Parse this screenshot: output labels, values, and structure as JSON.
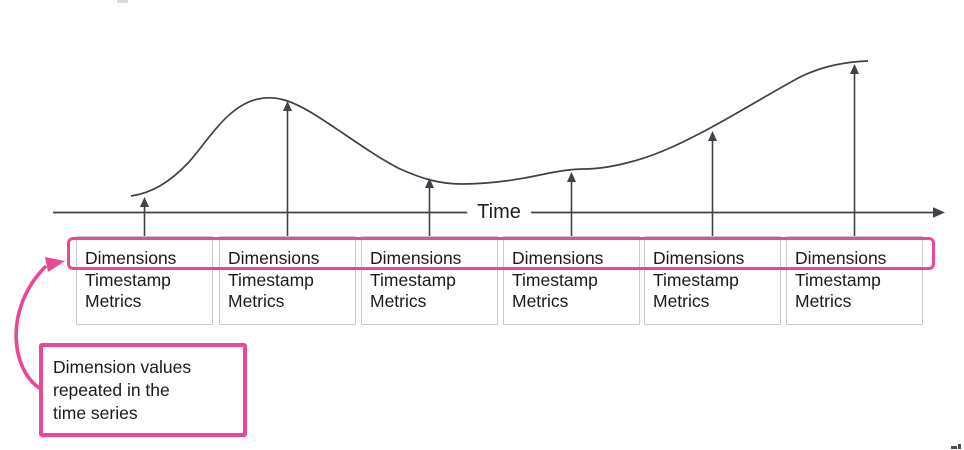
{
  "colors": {
    "highlight": "#ea4798",
    "line": "#3e4249",
    "box_border": "#c9c9d1",
    "text": "#1a1a1f",
    "background": "#ffffff"
  },
  "axis": {
    "label": "Time"
  },
  "records": [
    {
      "rows": [
        "Dimensions",
        "Timestamp",
        "Metrics"
      ]
    },
    {
      "rows": [
        "Dimensions",
        "Timestamp",
        "Metrics"
      ]
    },
    {
      "rows": [
        "Dimensions",
        "Timestamp",
        "Metrics"
      ]
    },
    {
      "rows": [
        "Dimensions",
        "Timestamp",
        "Metrics"
      ]
    },
    {
      "rows": [
        "Dimensions",
        "Timestamp",
        "Metrics"
      ]
    },
    {
      "rows": [
        "Dimensions",
        "Timestamp",
        "Metrics"
      ]
    }
  ],
  "annotation": {
    "lines": [
      "Dimension values",
      "repeated in the",
      "time series"
    ]
  }
}
